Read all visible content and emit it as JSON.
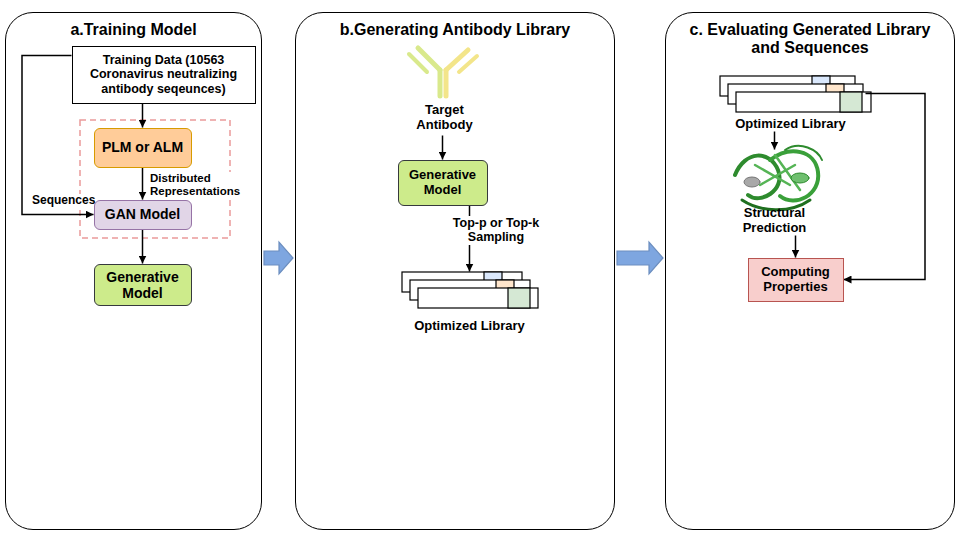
{
  "diagram": {
    "nodes": [
      {
        "text": [
          "a.Training Model"
        ]
      },
      {
        "text": [
          "Training Data (10563 Coronavirus neutralizing antibody seqeunces)"
        ],
        "in": 0
      },
      {
        "text": [
          "PLM or ALM"
        ],
        "in": 0
      },
      {
        "text": [
          "GAN Model"
        ],
        "in": 0
      },
      {
        "text": [
          "Generative Model"
        ],
        "in": 0
      },
      {
        "text": [
          "b.Generating Antibody Library"
        ]
      },
      {
        "text": [
          "Target Antibody"
        ],
        "in": 5
      },
      {
        "text": [
          "Generative Model"
        ],
        "in": 5
      },
      {
        "text": [
          "Optimized Library"
        ],
        "in": 5
      },
      {
        "text": [
          "c. Evaluating Generated Library and Sequences"
        ]
      },
      {
        "text": [
          "Optimized Library"
        ],
        "in": 9
      },
      {
        "text": [
          "Structural Prediction"
        ],
        "in": 9
      },
      {
        "text": [
          "Computing Properties"
        ],
        "in": 9
      }
    ],
    "edges": [
      {
        "from": 1,
        "to": 2,
        "arrow": "to"
      },
      {
        "from": 1,
        "to": 3,
        "label": "Sequences",
        "arrow": "to"
      },
      {
        "from": 2,
        "to": 3,
        "label": "Distributed Representations",
        "arrow": "to"
      },
      {
        "from": 3,
        "to": 4,
        "arrow": "to"
      },
      {
        "from": 0,
        "to": 5,
        "arrow": "to"
      },
      {
        "from": 6,
        "to": 7,
        "arrow": "to"
      },
      {
        "from": 7,
        "to": 8,
        "label": "Top-p or Top-k Sampling",
        "arrow": "to"
      },
      {
        "from": 5,
        "to": 9,
        "arrow": "to"
      },
      {
        "from": 10,
        "to": 11,
        "arrow": "to"
      },
      {
        "from": 11,
        "to": 12,
        "arrow": "to"
      },
      {
        "from": 10,
        "to": 12,
        "arrow": "to"
      }
    ]
  }
}
